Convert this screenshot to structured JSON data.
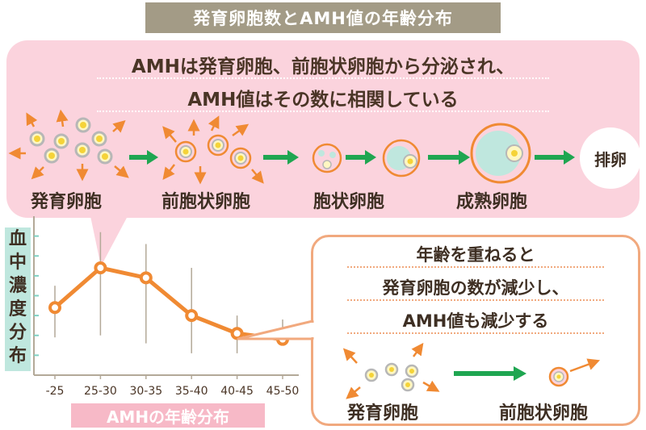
{
  "title": "発育卵胞数とAMH値の年齢分布",
  "header": {
    "line1": "AMHは発育卵胞、前胞状卵胞から分泌され、",
    "line2": "AMH値はその数に相関している"
  },
  "stages": [
    "発育卵胞",
    "前胞状卵胞",
    "胞状卵胞",
    "成熟卵胞"
  ],
  "ovulation": "排卵",
  "chart_data": {
    "type": "line",
    "title": "",
    "xlabel": "AMHの年齢分布",
    "ylabel": "血中濃度分布",
    "categories": [
      "-25",
      "25-30",
      "30-35",
      "35-40",
      "40-45",
      "45-50"
    ],
    "series": [
      {
        "values": [
          3.4,
          5.4,
          4.9,
          3.0,
          2.1,
          1.8
        ]
      }
    ],
    "ranges": [
      [
        1.9,
        4.5
      ],
      [
        2.0,
        7.2
      ],
      [
        1.6,
        6.6
      ],
      [
        1.1,
        5.4
      ],
      [
        1.1,
        3.0
      ],
      [
        1.5,
        2.8
      ]
    ],
    "ylim": [
      0,
      8
    ],
    "grid": false,
    "colors": {
      "line": "#f08a33",
      "range": "#b3a998"
    }
  },
  "ylabel_chars": [
    "血",
    "中",
    "濃",
    "度",
    "分",
    "布"
  ],
  "callout": {
    "line1": "年齢を重ねると",
    "line2": "発育卵胞の数が減少し、",
    "line3": "AMH値も減少する",
    "label_left": "発育卵胞",
    "label_right": "前胞状卵胞"
  },
  "colors": {
    "title_bg": "#a39b86",
    "panel_pink": "#fbd3dd",
    "axis_label_bg": "#bfe7de",
    "xtitle_bg": "#f7b9c7",
    "accent_orange": "#f08a33",
    "arrow_green": "#1fa651"
  }
}
